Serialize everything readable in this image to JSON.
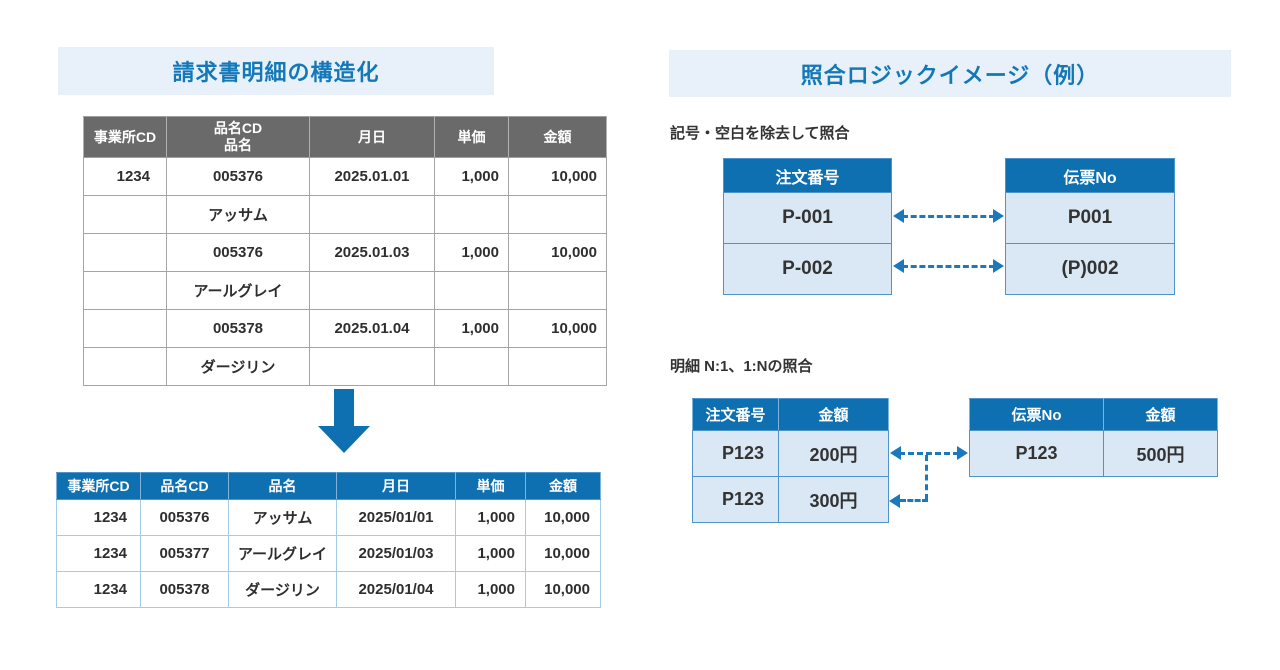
{
  "colors": {
    "primary_blue": "#0e6fb1",
    "title_blue": "#1478b8",
    "banner_bg": "#e8f1f9",
    "light_blue_cell": "#d9e8f4",
    "header_gray": "#6a6a6a",
    "border_gray": "#9e9e9e",
    "arrow_blue": "#1b78bd",
    "text_dark": "#333333"
  },
  "left": {
    "title": "請求書明細の構造化",
    "raw_table": {
      "headers": [
        "事業所CD",
        "品名CD",
        "品名",
        "月日",
        "単価",
        "金額"
      ],
      "rows": [
        [
          "1234",
          "005376",
          "2025.01.01",
          "1,000",
          "10,000"
        ],
        [
          "",
          "アッサム",
          "",
          "",
          ""
        ],
        [
          "",
          "005376",
          "2025.01.03",
          "1,000",
          "10,000"
        ],
        [
          "",
          "アールグレイ",
          "",
          "",
          ""
        ],
        [
          "",
          "005378",
          "2025.01.04",
          "1,000",
          "10,000"
        ],
        [
          "",
          "ダージリン",
          "",
          "",
          ""
        ]
      ]
    },
    "structured_table": {
      "headers": [
        "事業所CD",
        "品名CD",
        "品名",
        "月日",
        "単価",
        "金額"
      ],
      "rows": [
        [
          "1234",
          "005376",
          "アッサム",
          "2025/01/01",
          "1,000",
          "10,000"
        ],
        [
          "1234",
          "005377",
          "アールグレイ",
          "2025/01/03",
          "1,000",
          "10,000"
        ],
        [
          "1234",
          "005378",
          "ダージリン",
          "2025/01/04",
          "1,000",
          "10,000"
        ]
      ]
    }
  },
  "right": {
    "title": "照合ロジックイメージ（例）",
    "section1": {
      "label": "記号・空白を除去して照合",
      "left_table": {
        "header": "注文番号",
        "rows": [
          "P-001",
          "P-002"
        ]
      },
      "right_table": {
        "header": "伝票No",
        "rows": [
          "P001",
          "(P)002"
        ]
      }
    },
    "section2": {
      "label": "明細 N:1、1:Nの照合",
      "left_table": {
        "headers": [
          "注文番号",
          "金額"
        ],
        "rows": [
          [
            "P123",
            "200円"
          ],
          [
            "P123",
            "300円"
          ]
        ]
      },
      "right_table": {
        "headers": [
          "伝票No",
          "金額"
        ],
        "rows": [
          [
            "P123",
            "500円"
          ]
        ]
      }
    }
  }
}
